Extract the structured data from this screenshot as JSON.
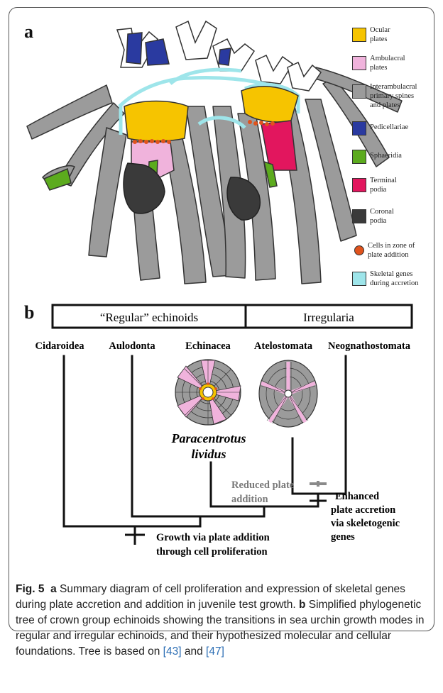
{
  "panel_a": {
    "label": "a",
    "legend": [
      {
        "label": "Ocular\nplates",
        "color": "#f6c400",
        "shape": "square"
      },
      {
        "label": "Ambulacral\nplates",
        "color": "#f0b3dc",
        "shape": "square"
      },
      {
        "label": "Interambulacral\nprimary spines\nand plates",
        "color": "#9b9b9b",
        "shape": "square"
      },
      {
        "label": "Pedicellariae",
        "color": "#2a3aa0",
        "shape": "square"
      },
      {
        "label": "Sphaeridia",
        "color": "#5cab1e",
        "shape": "square"
      },
      {
        "label": "Terminal\npodia",
        "color": "#e2165e",
        "shape": "square"
      },
      {
        "label": "Coronal\npodia",
        "color": "#3a3a3a",
        "shape": "square"
      },
      {
        "label": "Cells in zone of\nplate addition",
        "color": "#e0531d",
        "shape": "circle"
      },
      {
        "label": "Skeletal genes\nduring accretion",
        "color": "#9ee5ea",
        "shape": "square"
      }
    ]
  },
  "panel_b": {
    "label": "b",
    "group_regular": "“Regular” echinoids",
    "group_irregular": "Irregularia",
    "taxa": [
      "Cidaroidea",
      "Aulodonta",
      "Echinacea",
      "Atelostomata",
      "Neognathostomata"
    ],
    "species_line1": "Paracentrotus",
    "species_line2": "lividus",
    "reduced_line1": "Reduced plate",
    "reduced_line2": "addition",
    "enhanced_lines": [
      "Enhanced",
      "plate accretion",
      "via skeletogenic",
      "genes"
    ],
    "growth_line1": "Growth via plate addition",
    "growth_line2": "through cell proliferation"
  },
  "caption": {
    "fig": "Fig. 5",
    "a_label": "a",
    "a_text": " Summary diagram of cell proliferation and expression of skeletal genes during plate accretion and addition in juvenile test growth. ",
    "b_label": "b",
    "b_text": " Simplified phylogenetic tree of crown group echinoids showing the transitions in sea urchin growth modes in regular and irregular echinoids, and their hypothesized molecular and cellular foundations. Tree is based on ",
    "ref1": "[43]",
    "and": " and ",
    "ref2": "[47]"
  },
  "colors": {
    "ocular": "#f6c400",
    "ambulacral": "#f0b3dc",
    "interamb": "#9b9b9b",
    "pedicellariae": "#2a3aa0",
    "sphaeridia": "#5cab1e",
    "terminal": "#e2165e",
    "coronal": "#3a3a3a",
    "cells": "#e0531d",
    "skeletal": "#9ee5ea",
    "reduced_text": "#7a7a7a"
  }
}
